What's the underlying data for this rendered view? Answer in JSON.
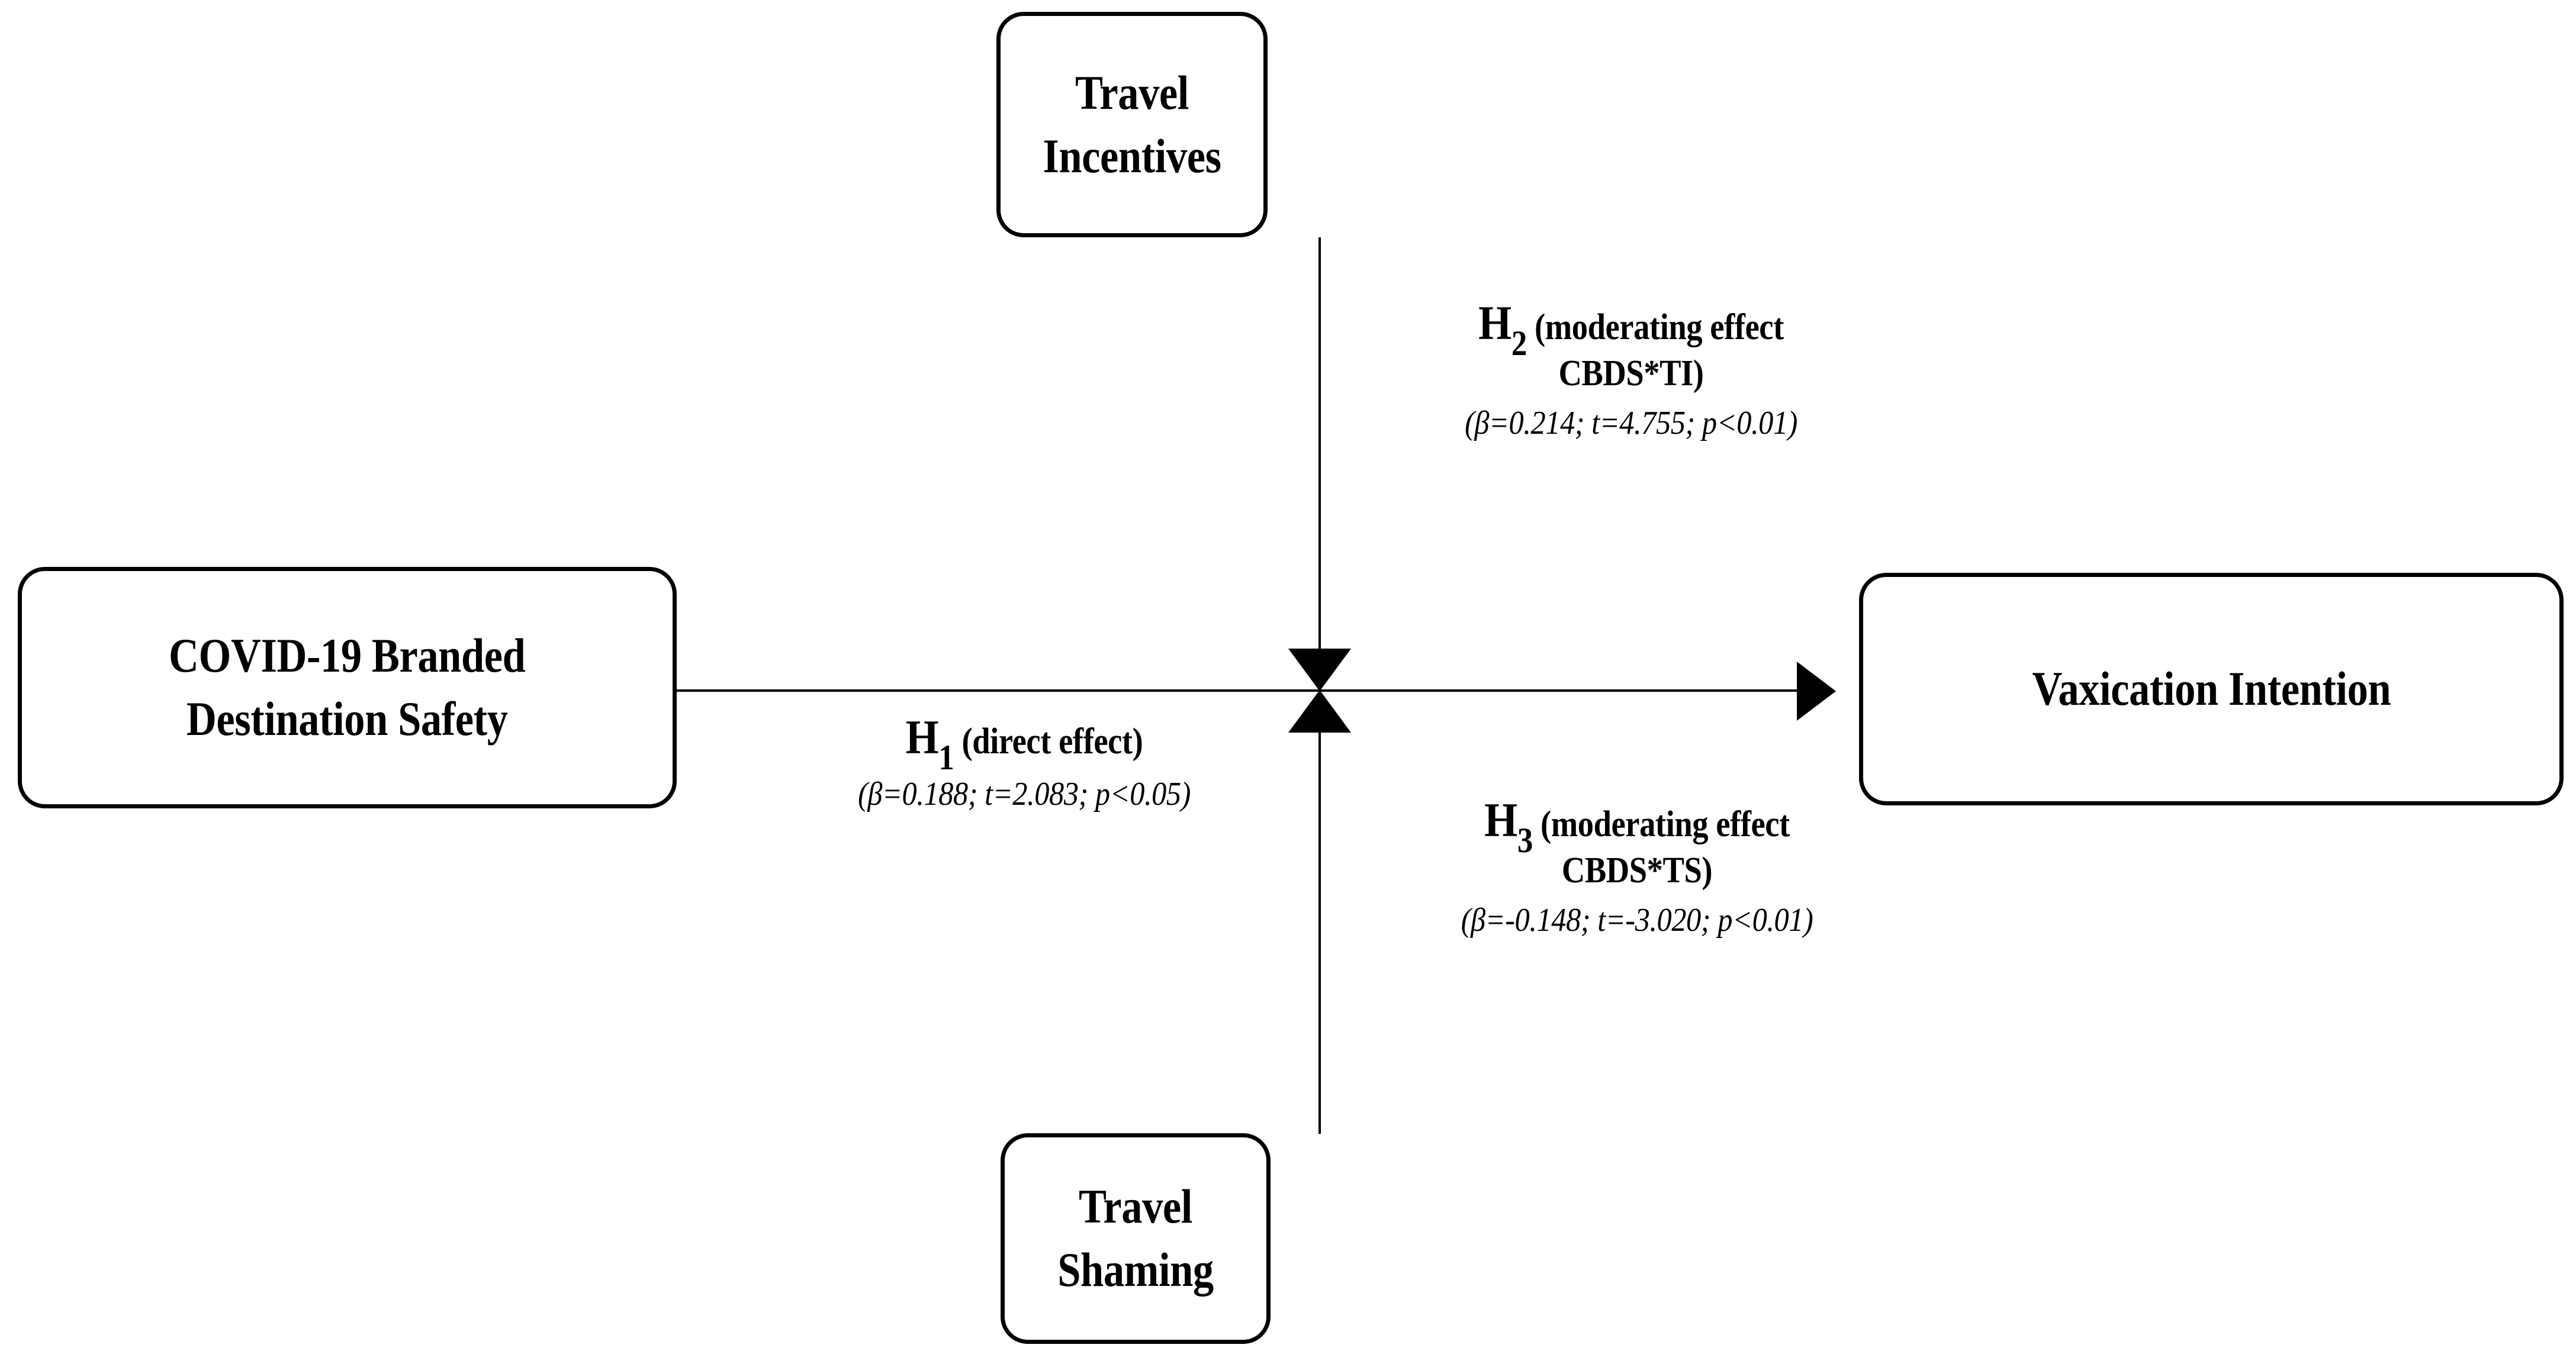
{
  "diagram": {
    "title": "COVID-19 Branded Destination Safety conceptual model",
    "type": "conceptual-path-model",
    "background_color": "#ffffff",
    "line_color": "#000000",
    "nodes": [
      {
        "id": "travel_incentives",
        "label": "Travel Incentives",
        "role": "moderator",
        "position": "top"
      },
      {
        "id": "cbds",
        "label": "COVID-19 Branded\nDestination Safety",
        "role": "independent-variable",
        "position": "left"
      },
      {
        "id": "vaxication",
        "label": "Vaxication Intention",
        "role": "dependent-variable",
        "position": "right"
      },
      {
        "id": "travel_shaming",
        "label": "Travel Shaming",
        "role": "moderator",
        "position": "bottom"
      }
    ],
    "hypotheses": [
      {
        "id": "h2",
        "h": "H",
        "subscript": "2",
        "description": " (moderating effect\nCBDS*TI)",
        "stats": "(β=0.214; t=4.755; p<0.01)",
        "beta": "0.214",
        "t": "4.755",
        "p": "p<0.01",
        "from": "travel_incentives",
        "to": "cbds_to_vaxication_path"
      },
      {
        "id": "h1",
        "h": "H",
        "subscript": "1",
        "description": " (direct effect)",
        "stats": "(β=0.188; t=2.083; p<0.05)",
        "beta": "0.188",
        "t": "2.083",
        "p": "p<0.05",
        "from": "cbds",
        "to": "vaxication"
      },
      {
        "id": "h3",
        "h": "H",
        "subscript": "3",
        "description": " (moderating effect\nCBDS*TS)",
        "stats": "(β=-0.148; t=-3.020; p<0.01)",
        "beta": "-0.148",
        "t": "-3.020",
        "p": "p<0.01",
        "from": "travel_shaming",
        "to": "cbds_to_vaxication_path"
      }
    ]
  }
}
